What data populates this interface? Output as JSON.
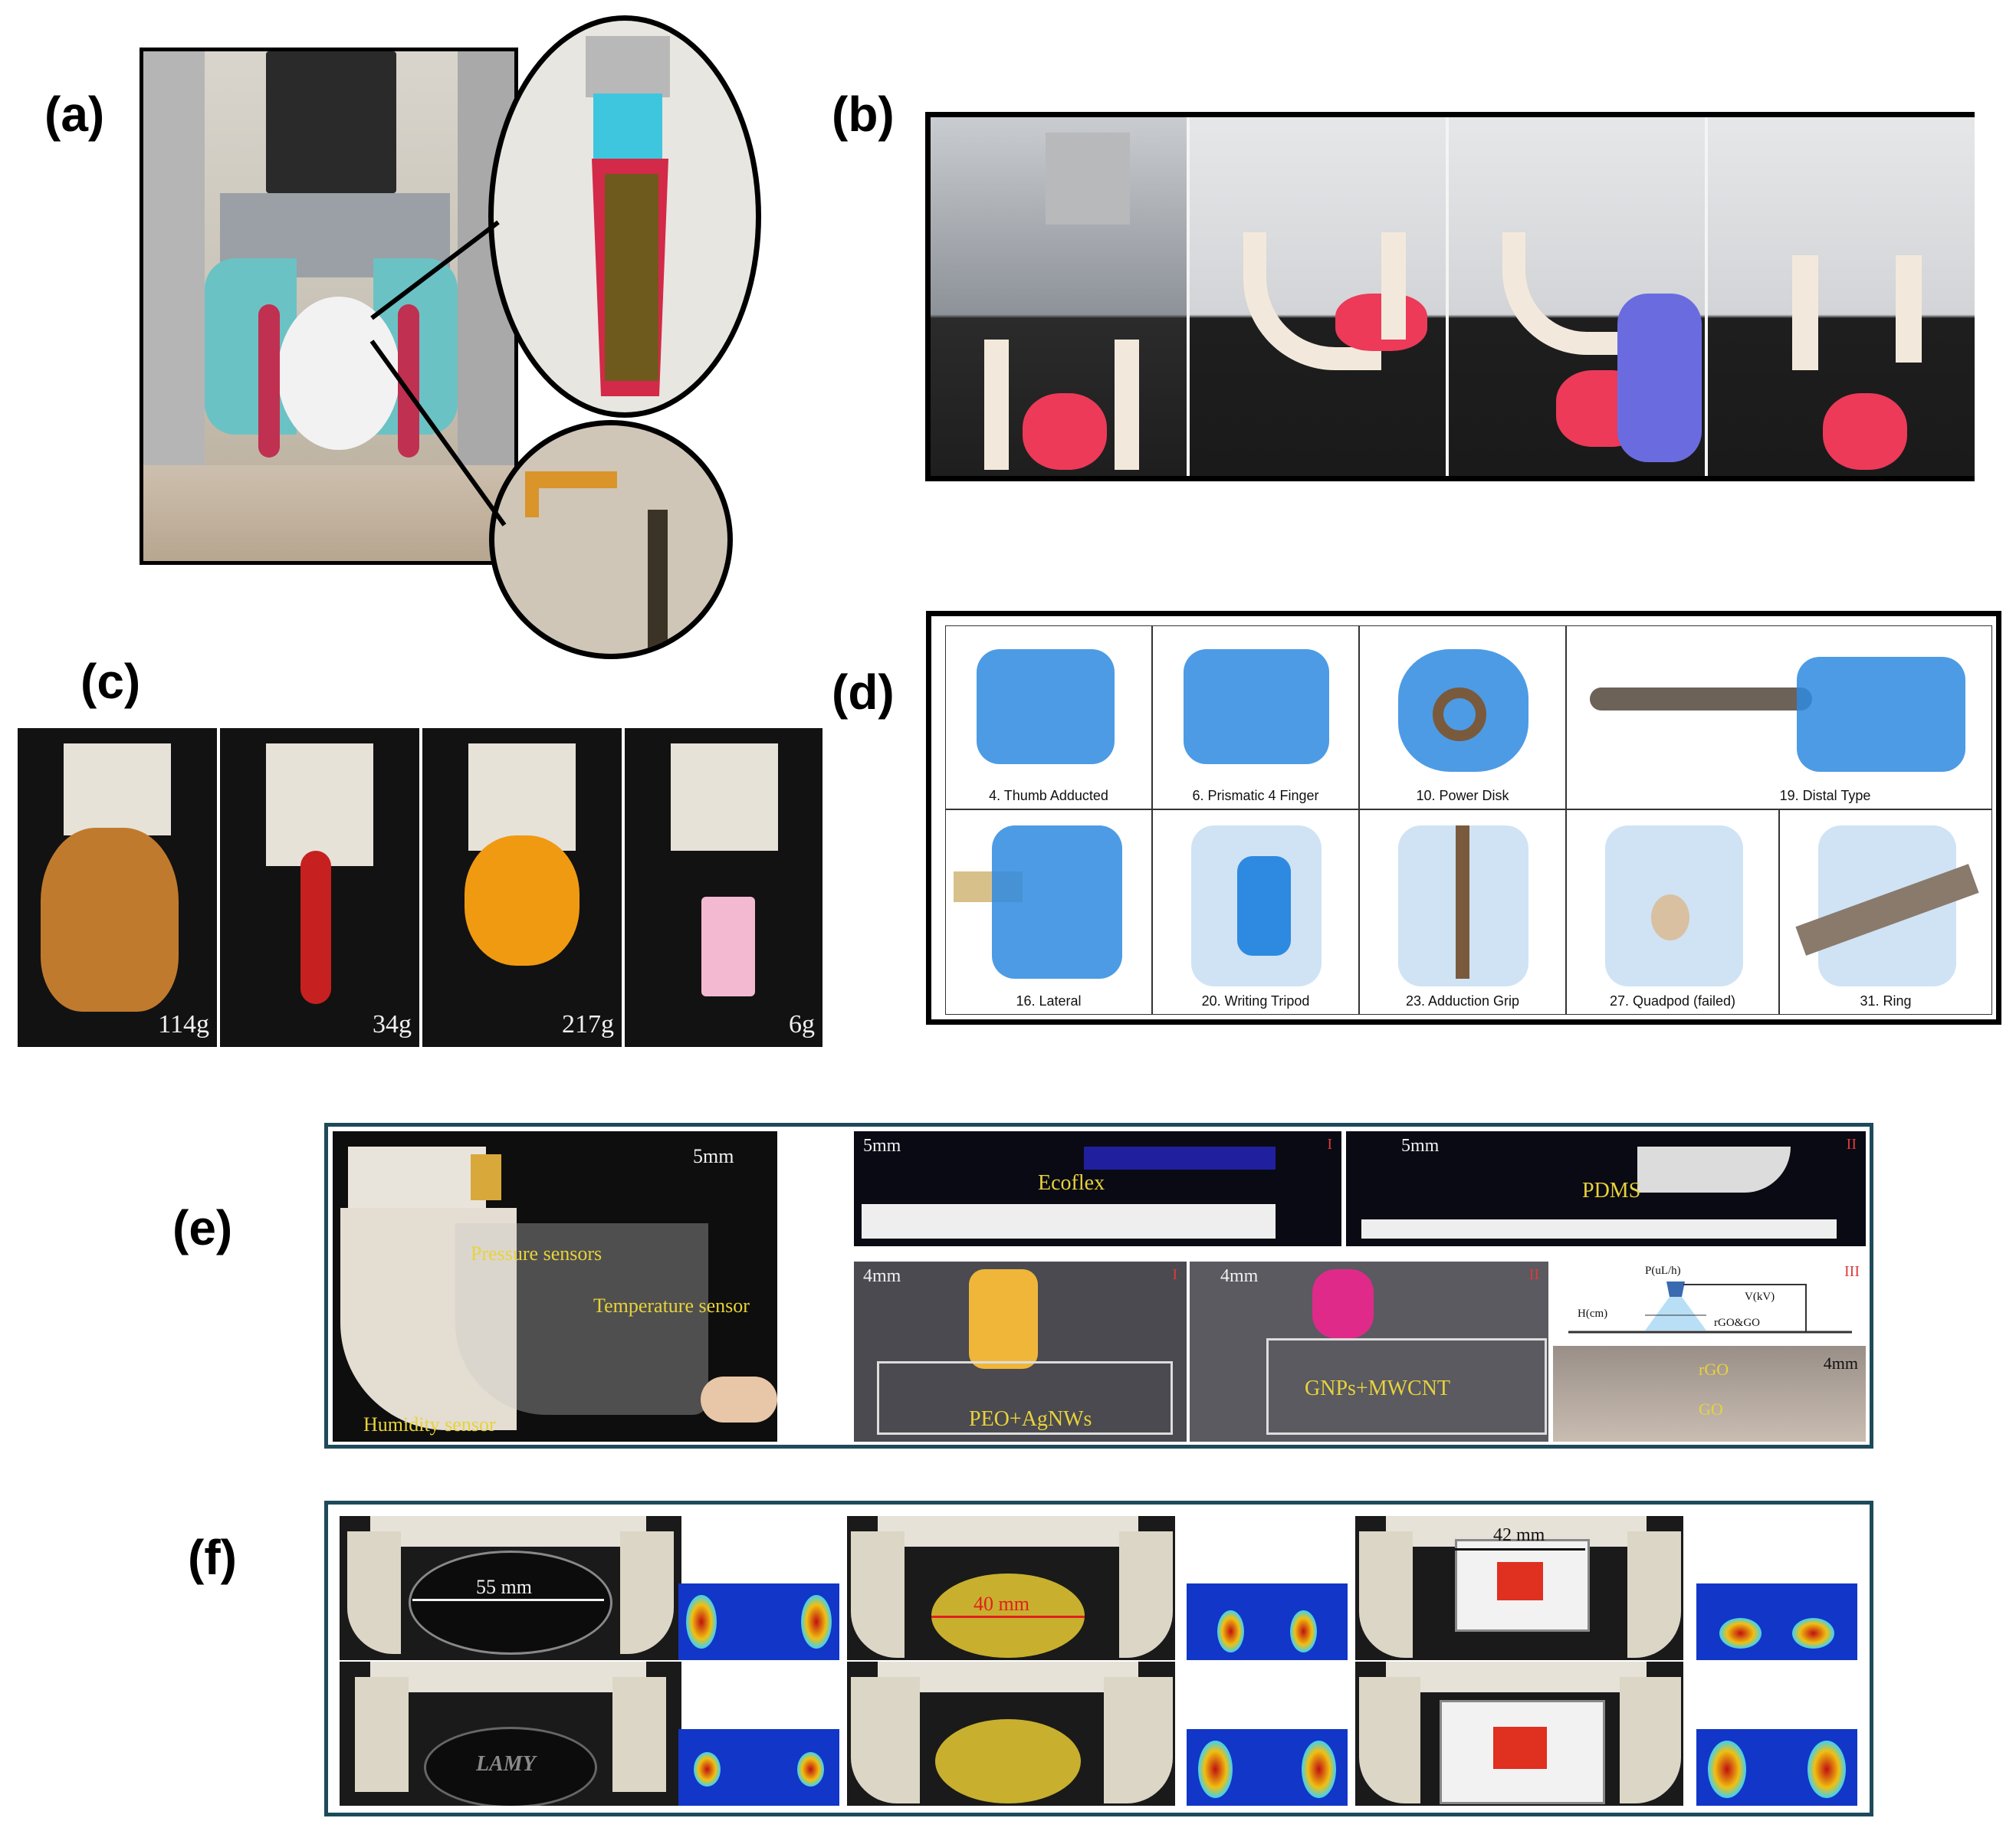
{
  "panels": {
    "a": {
      "label": "(a)"
    },
    "b": {
      "label": "(b)"
    },
    "c": {
      "label": "(c)",
      "weights": [
        "114g",
        "34g",
        "217g",
        "6g"
      ]
    },
    "d": {
      "label": "(d)",
      "grasps": [
        "4. Thumb Adducted",
        "6. Prismatic 4 Finger",
        "10. Power Disk",
        "19. Distal Type",
        "16. Lateral",
        "20. Writing Tripod",
        "23. Adduction Grip",
        "27. Quadpod (failed)",
        "31. Ring"
      ]
    },
    "e": {
      "label": "(e)",
      "left": {
        "scale": "5mm",
        "pressure": "Pressure sensors",
        "temperature": "Temperature sensor",
        "humidity": "Humidity sensor"
      },
      "top1": {
        "scale": "5mm",
        "material": "Ecoflex",
        "roman": "I"
      },
      "top2": {
        "scale": "5mm",
        "material": "PDMS",
        "roman": "II"
      },
      "bot1": {
        "scale": "4mm",
        "ink": "PEO+AgNWs",
        "roman": "I"
      },
      "bot2": {
        "scale": "4mm",
        "ink": "GNPs+MWCNT",
        "roman": "II"
      },
      "bot3": {
        "roman": "III",
        "p": "P(uL/h)",
        "v": "V(kV)",
        "h": "H(cm)",
        "rgogo": "rGO&GO",
        "rgo": "rGO",
        "go": "GO",
        "scale": "4mm"
      }
    },
    "f": {
      "label": "(f)",
      "dims": [
        "55 mm",
        "40 mm",
        "42 mm"
      ],
      "logo": "LAMY"
    }
  }
}
